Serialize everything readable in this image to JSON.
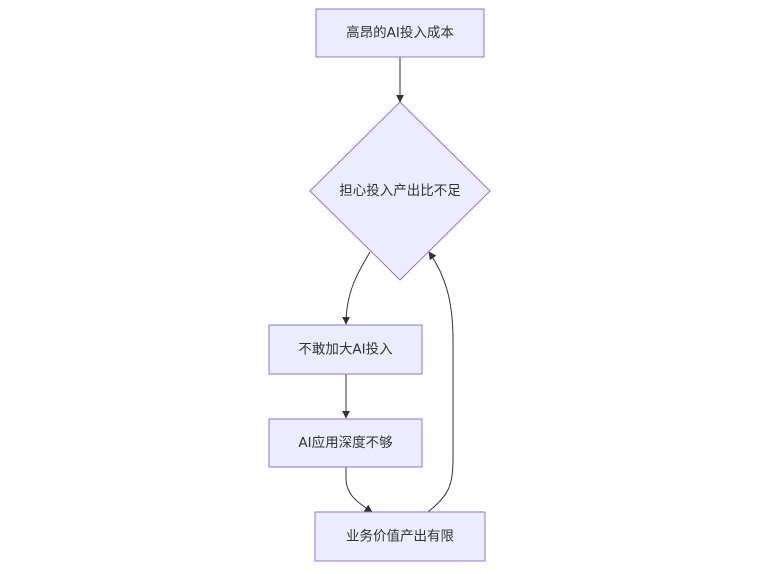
{
  "diagram": {
    "type": "flowchart",
    "direction": "top-down",
    "colors": {
      "node_fill": "#ECECFF",
      "node_stroke": "#9370DB",
      "edge": "#333333",
      "text": "#333333"
    },
    "nodes": [
      {
        "id": "A",
        "shape": "rect",
        "label": "高昂的AI投入成本"
      },
      {
        "id": "B",
        "shape": "diamond",
        "label": "担心投入产出比不足"
      },
      {
        "id": "C",
        "shape": "rect",
        "label": "不敢加大AI投入"
      },
      {
        "id": "D",
        "shape": "rect",
        "label": "AI应用深度不够"
      },
      {
        "id": "E",
        "shape": "rect",
        "label": "业务价值产出有限"
      }
    ],
    "edges": [
      {
        "from": "A",
        "to": "B"
      },
      {
        "from": "B",
        "to": "C"
      },
      {
        "from": "C",
        "to": "D"
      },
      {
        "from": "D",
        "to": "E"
      },
      {
        "from": "E",
        "to": "B"
      }
    ]
  }
}
